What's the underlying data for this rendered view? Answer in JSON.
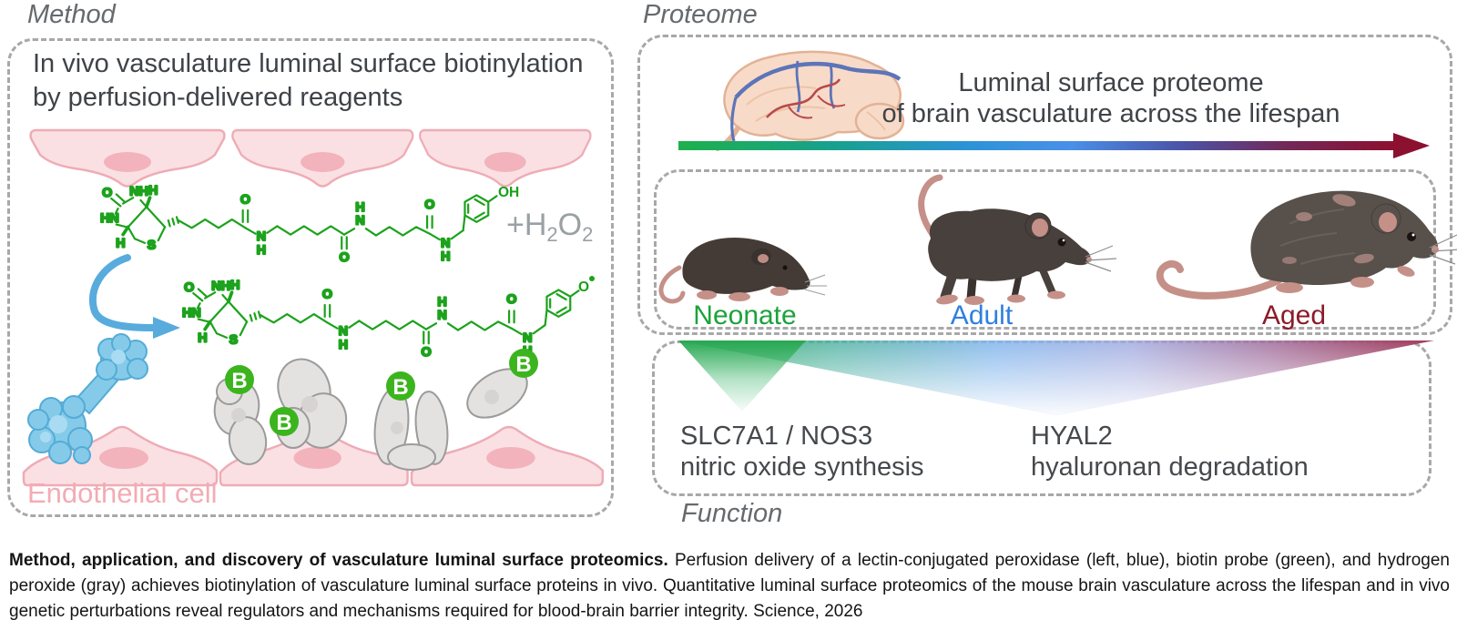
{
  "method": {
    "label": "Method",
    "heading_line1": "In vivo vasculature luminal surface biotinylation",
    "heading_line2": "by perfusion-delivered reagents",
    "h2o2": {
      "plus_h": "+H",
      "sub2": "2",
      "o": "O"
    },
    "endothelial_cell_label": "Endothelial cell",
    "biotin_badge": "B",
    "atoms": {
      "o": "O",
      "nh": "NH",
      "hn": "HN",
      "h": "H",
      "s": "S",
      "n": "N",
      "oh": "OH",
      "radical_o": "O"
    }
  },
  "proteome": {
    "label": "Proteome",
    "heading_line1": "Luminal surface proteome",
    "heading_line2": "of brain vasculature across the lifespan",
    "mice": [
      {
        "label": "Neonate",
        "color": "#1ca23c"
      },
      {
        "label": "Adult",
        "color": "#2e7fe0"
      },
      {
        "label": "Aged",
        "color": "#8c1a28"
      }
    ]
  },
  "function": {
    "label": "Function",
    "items": [
      {
        "genes": "SLC7A1 / NOS3",
        "process": "nitric oxide synthesis"
      },
      {
        "genes": "HYAL2",
        "process": "hyaluronan degradation"
      }
    ]
  },
  "caption": {
    "bold": "Method, application, and discovery of vasculature luminal surface proteomics.",
    "text": " Perfusion delivery of a lectin-conjugated peroxidase (left, blue), biotin probe (green), and hydrogen peroxide (gray) achieves biotinylation of vasculature luminal surface proteins in vivo. Quantitative luminal surface proteomics of the mouse brain vasculature across the lifespan and in vivo genetic perturbations reveal regulators and mechanisms required for blood-brain barrier integrity. Science, 2026"
  },
  "colors": {
    "lifespan_gradient": [
      "#1eb04b",
      "#18a08f",
      "#2b93d6",
      "#4a8fe8",
      "#4a55a8",
      "#722858",
      "#8c1030"
    ],
    "chem_green": "#1ca21c",
    "biotin_badge_green": "#3cb41e",
    "lectin_blue": "#85cbe9",
    "cell_pink": "#fbe0e3",
    "cell_outline_pink": "#eeacb5",
    "endothelial_text_pink": "#f3abb4",
    "protein_gray": "#e4e2e1",
    "panel_label_gray": "#666a6d",
    "text_dark": "#3f4347"
  }
}
